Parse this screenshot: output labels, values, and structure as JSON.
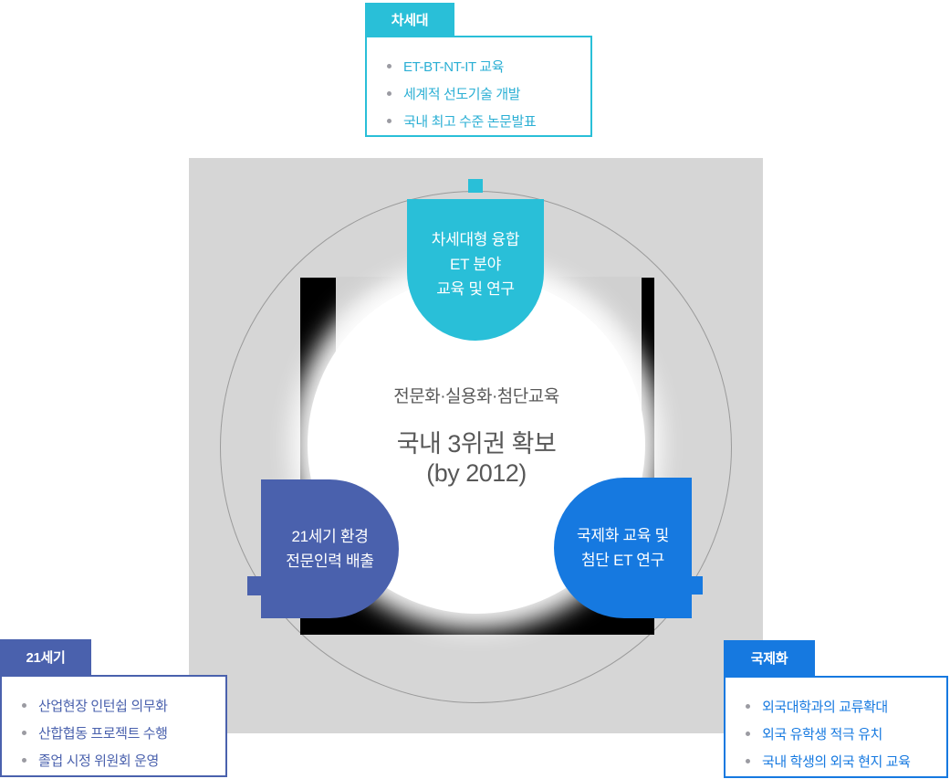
{
  "colors": {
    "cyan": "#29bfd8",
    "indigo": "#4a61ad",
    "blue": "#1679e0",
    "panel_gray": "#d6d6d6",
    "core_black": "#000000",
    "center_text": "#585858"
  },
  "center": {
    "subtitle": "전문화·실용화·첨단교육",
    "title": "국내 3위권 확보",
    "title_note": "(by 2012)"
  },
  "badges": {
    "top": {
      "lines": [
        "차세대형 융합",
        "ET 분야",
        "교육 및 연구"
      ]
    },
    "left": {
      "lines": [
        "21세기 환경",
        "전문인력 배출"
      ]
    },
    "right": {
      "lines": [
        "국제화 교육 및",
        "첨단 ET 연구"
      ]
    }
  },
  "callouts": {
    "top": {
      "tab": "차세대",
      "items": [
        "ET-BT-NT-IT 교육",
        "세계적 선도기술 개발",
        "국내 최고 수준 논문발표"
      ]
    },
    "left": {
      "tab": "21세기",
      "items": [
        "산업현장 인턴쉽 의무화",
        "산합협동 프로젝트 수행",
        "졸업 시정 위원회 운영"
      ]
    },
    "right": {
      "tab": "국제화",
      "items": [
        "외국대학과의 교류확대",
        "외국 유학생 적극 유치",
        "국내 학생의 외국 현지 교육"
      ]
    }
  }
}
